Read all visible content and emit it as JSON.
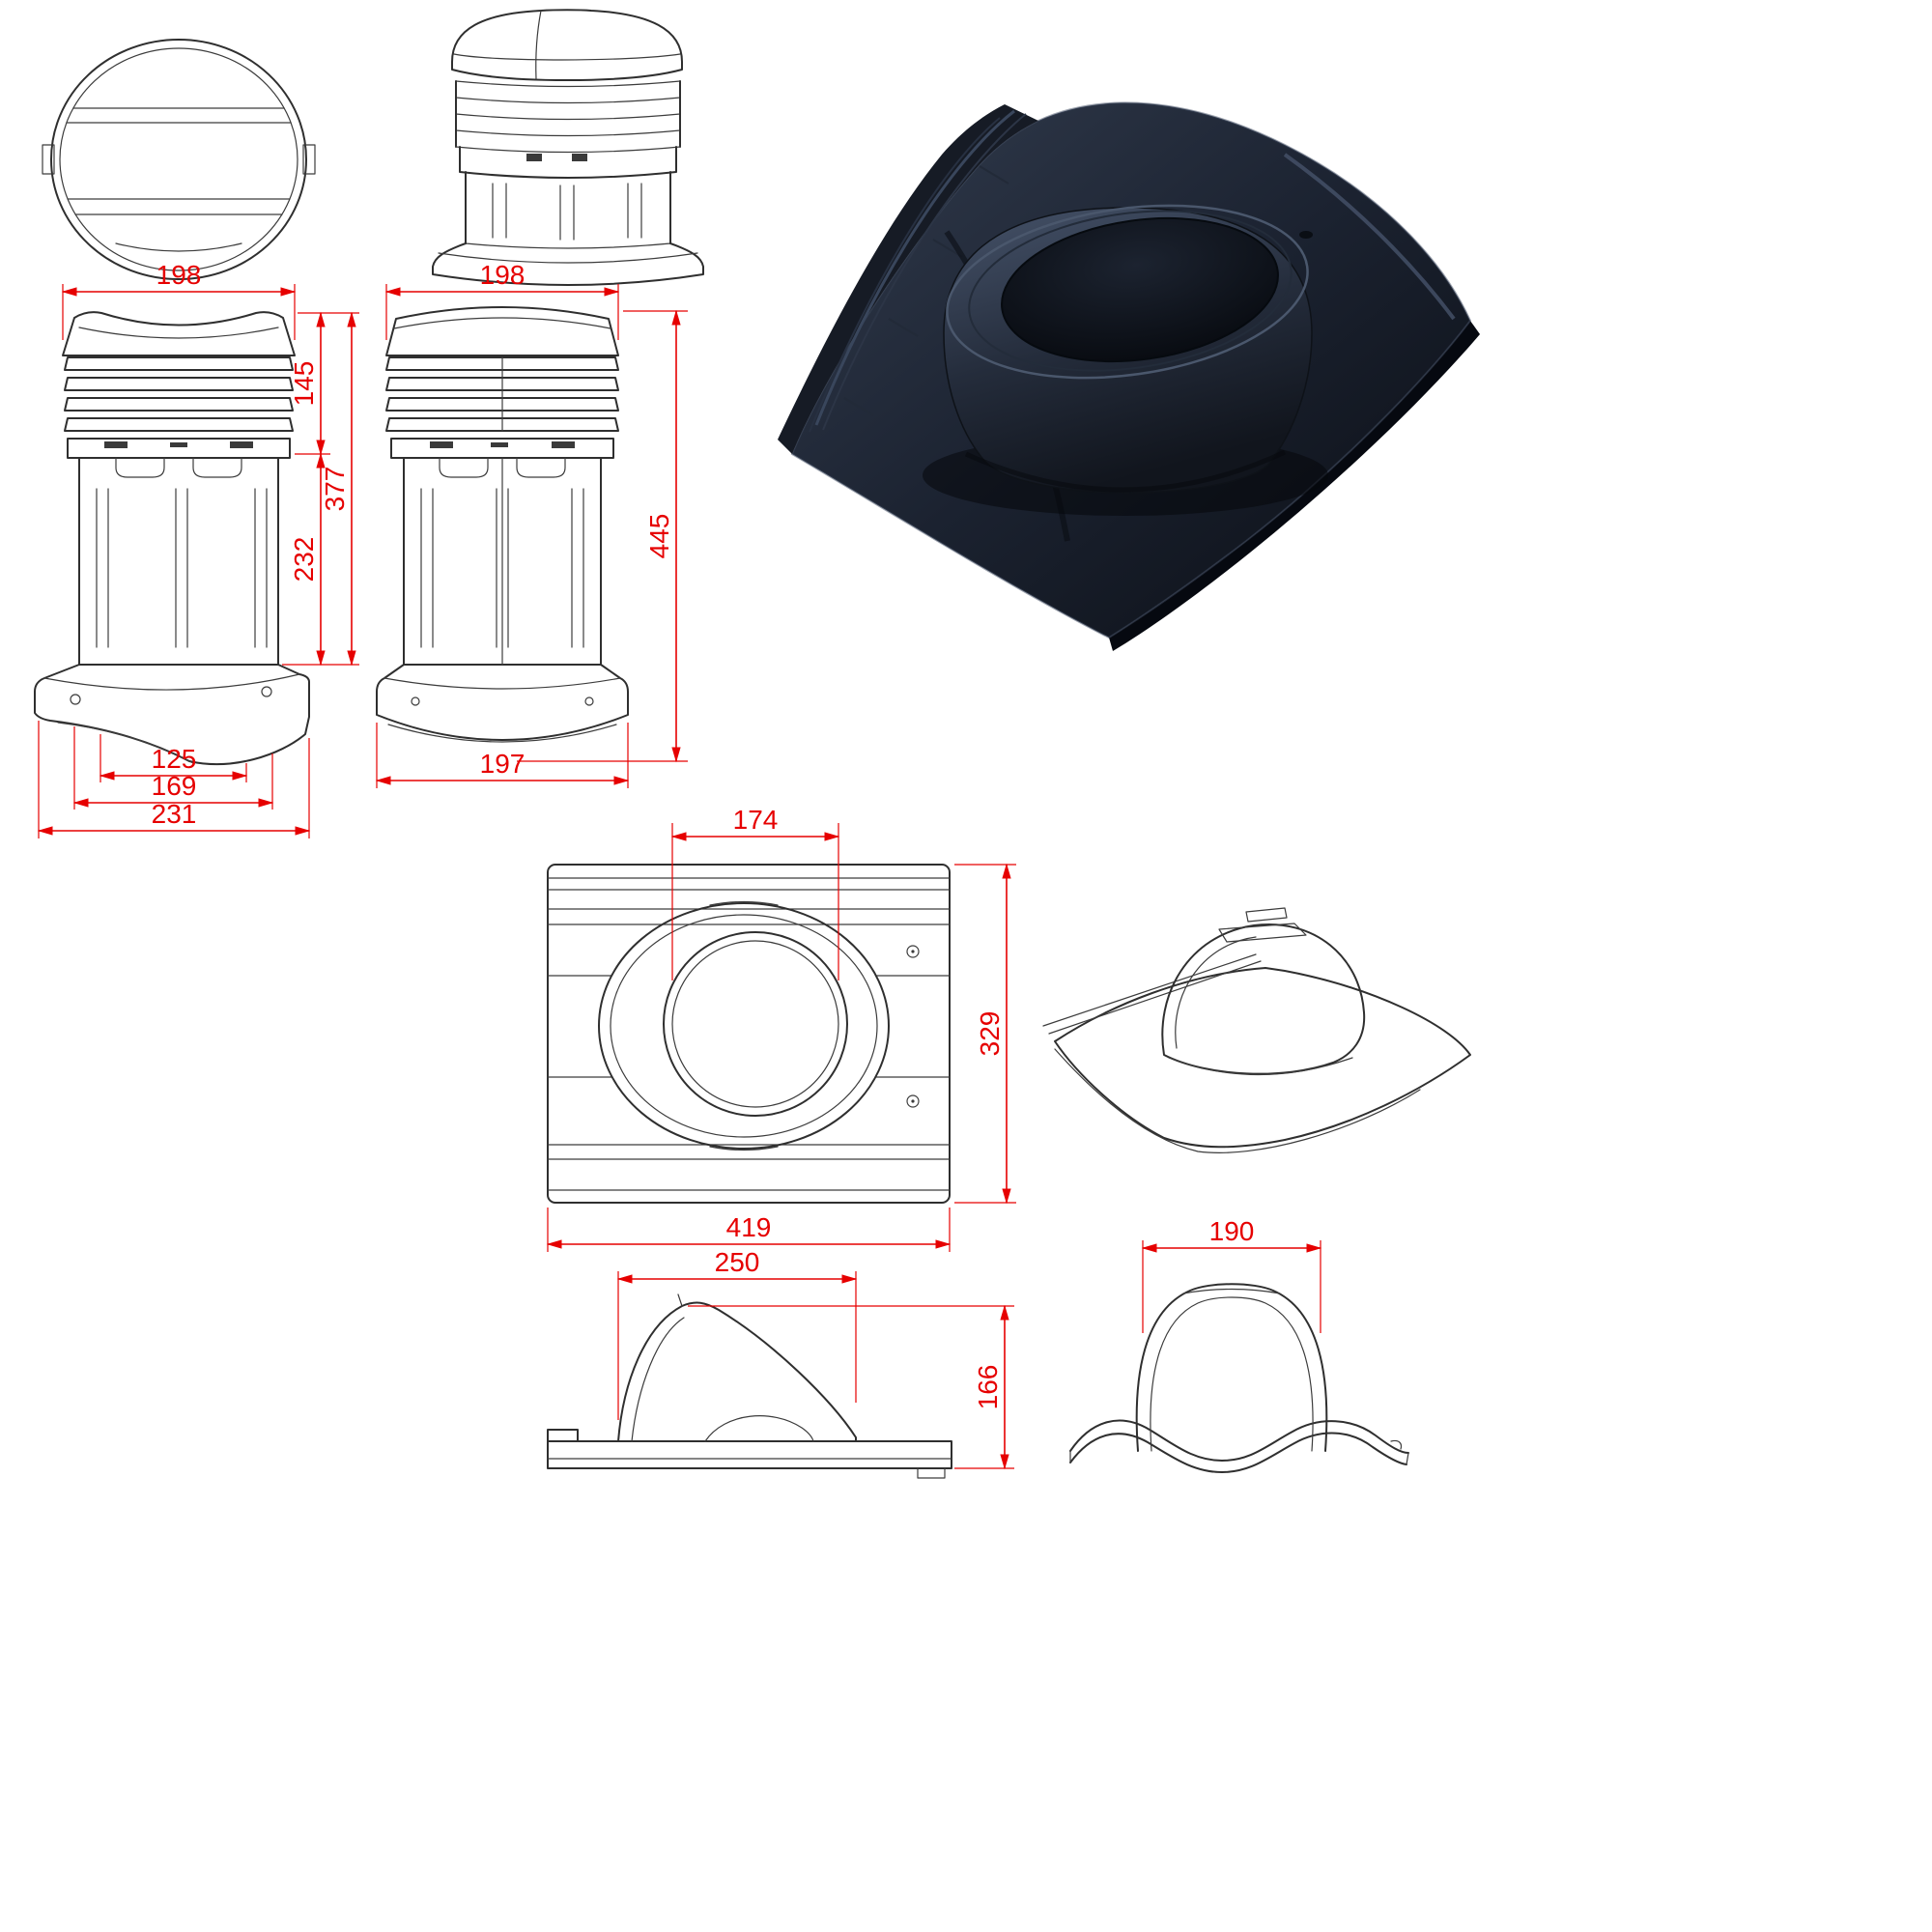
{
  "document": {
    "type": "technical-drawing",
    "subject": "roof vent pipe and tile base plate with dimension views"
  },
  "colors": {
    "dimension": "#e60000",
    "drawing_line": "#2f2f2f",
    "tile_dark": "#0a0d13",
    "tile_mid": "#1b2230",
    "tile_light": "#323c4e"
  },
  "views": {
    "front_elevation": {
      "dims": {
        "width_top": "198",
        "cap_height": "145",
        "body_height": "232",
        "total_height": "377",
        "base_inner": "125",
        "base_mid": "169",
        "base_outer": "231"
      }
    },
    "side_elevation": {
      "dims": {
        "width_top": "198",
        "total_height": "445",
        "base_width": "197"
      }
    },
    "base_plate_plan": {
      "dims": {
        "pipe_diameter": "174",
        "plate_depth": "329",
        "plate_width": "419"
      }
    },
    "base_plate_side": {
      "dims": {
        "cowl_length": "250",
        "overall_height": "166"
      }
    },
    "base_plate_front": {
      "dims": {
        "cowl_width": "190"
      }
    }
  }
}
